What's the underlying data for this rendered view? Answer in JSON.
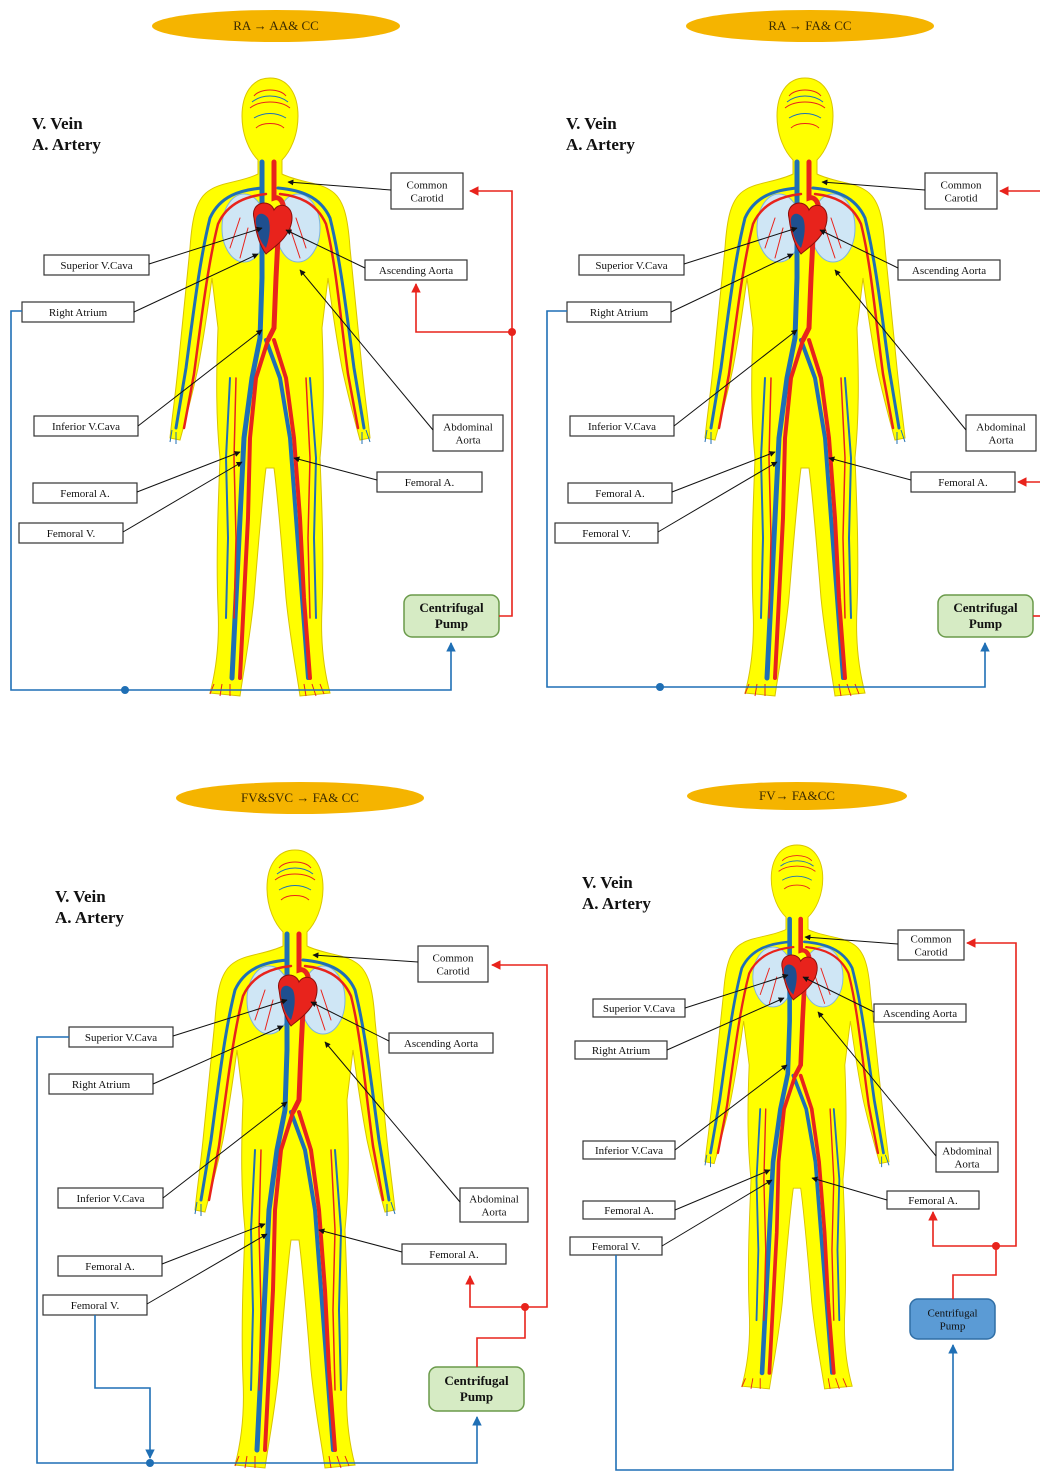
{
  "colors": {
    "vein": "#1f6fb5",
    "artery": "#e8231c",
    "body": "#ffff00",
    "title_pill": "#f5b400",
    "pump_green": "#d6ebc4",
    "pump_blue": "#5b9bd5",
    "leader": "#111111"
  },
  "panels": [
    {
      "id": "p1",
      "title": "RA → AA& CC",
      "legend": {
        "v": "V.   Vein",
        "a": "A.   Artery"
      },
      "labels": {
        "common_carotid": [
          "Common",
          "Carotid"
        ],
        "superior_vc": "Superior V.Cava",
        "ascending_aorta": "Ascending Aorta",
        "right_atrium": "Right Atrium",
        "inferior_vc": "Inferior V.Cava",
        "abdominal_aorta": [
          "Abdominal",
          "Aorta"
        ],
        "femoral_a_right": "Femoral A.",
        "femoral_a_left": "Femoral A.",
        "femoral_v": "Femoral V."
      },
      "pump": [
        "Centrifugal",
        "Pump"
      ]
    },
    {
      "id": "p2",
      "title": "RA → FA& CC",
      "legend": {
        "v": "V.   Vein",
        "a": "A.   Artery"
      },
      "labels": {
        "common_carotid": [
          "Common",
          "Carotid"
        ],
        "superior_vc": "Superior V.Cava",
        "ascending_aorta": "Ascending Aorta",
        "right_atrium": "Right Atrium",
        "inferior_vc": "Inferior V.Cava",
        "abdominal_aorta": [
          "Abdominal",
          "Aorta"
        ],
        "femoral_a_right": "Femoral A.",
        "femoral_a_left": "Femoral A.",
        "femoral_v": "Femoral V."
      },
      "pump": [
        "Centrifugal",
        "Pump"
      ]
    },
    {
      "id": "p3",
      "title": "FV&SVC → FA& CC",
      "legend": {
        "v": "V.   Vein",
        "a": "A.   Artery"
      },
      "labels": {
        "common_carotid": [
          "Common",
          "Carotid"
        ],
        "superior_vc": "Superior V.Cava",
        "ascending_aorta": "Ascending Aorta",
        "right_atrium": "Right Atrium",
        "inferior_vc": "Inferior V.Cava",
        "abdominal_aorta": [
          "Abdominal",
          "Aorta"
        ],
        "femoral_a_right": "Femoral A.",
        "femoral_a_left": "Femoral A.",
        "femoral_v": "Femoral V."
      },
      "pump": [
        "Centrifugal",
        "Pump"
      ]
    },
    {
      "id": "p4",
      "title": "FV→ FA&CC",
      "legend": {
        "v": "V.   Vein",
        "a": "A.   Artery"
      },
      "labels": {
        "common_carotid": [
          "Common",
          "Carotid"
        ],
        "superior_vc": "Superior V.Cava",
        "ascending_aorta": "Ascending Aorta",
        "right_atrium": "Right Atrium",
        "inferior_vc": "Inferior V.Cava",
        "abdominal_aorta": [
          "Abdominal",
          "Aorta"
        ],
        "femoral_a_right": "Femoral A.",
        "femoral_a_left": "Femoral A.",
        "femoral_v": "Femoral V."
      },
      "pump": [
        "Centrifugal",
        "Pump"
      ]
    }
  ]
}
